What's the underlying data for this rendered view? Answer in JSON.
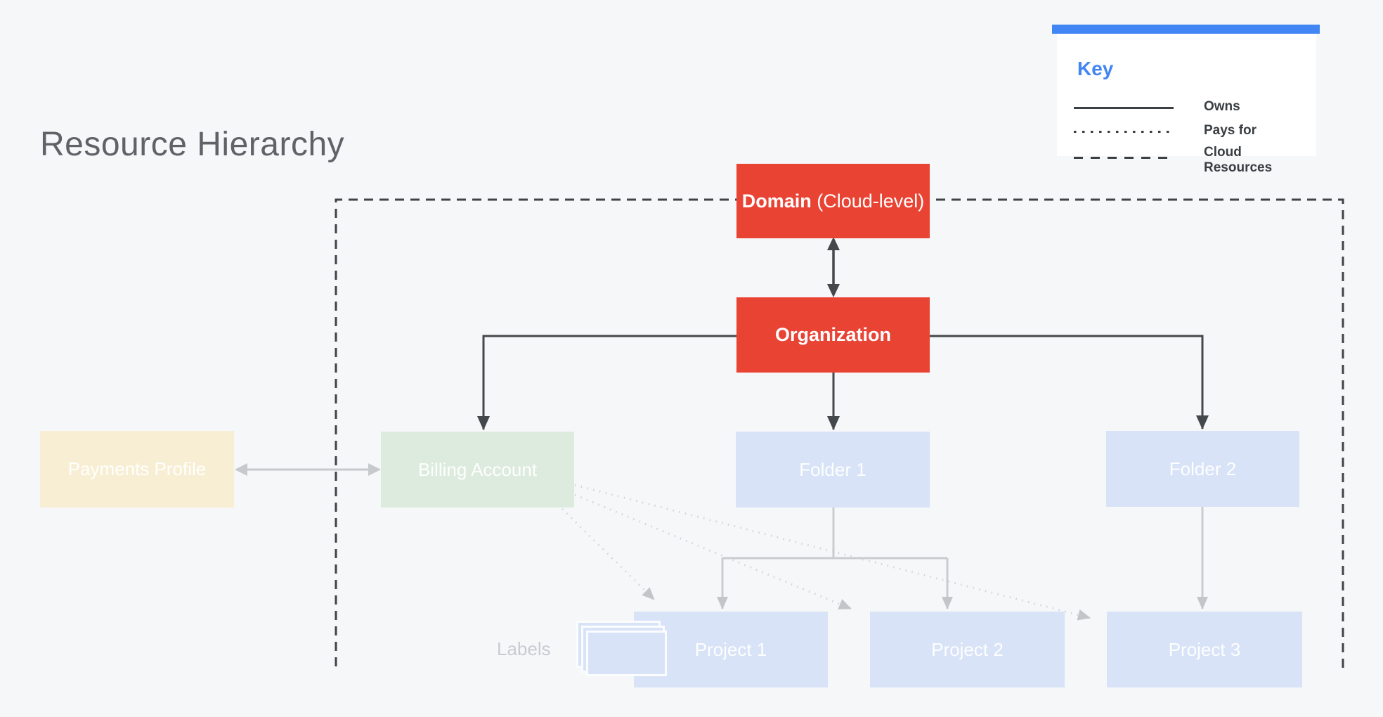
{
  "title": "Resource Hierarchy",
  "legend": {
    "title": "Key",
    "items": [
      {
        "style": "solid",
        "label": "Owns"
      },
      {
        "style": "dotted",
        "label": "Pays for"
      },
      {
        "style": "dashed",
        "label": "Cloud Resources"
      }
    ]
  },
  "nodes": {
    "domain": {
      "label_bold": "Domain",
      "label_rest": " (Cloud-level)"
    },
    "organization": {
      "label": "Organization"
    },
    "payments_profile": {
      "label": "Payments Profile"
    },
    "billing_account": {
      "label": "Billing Account"
    },
    "folder1": {
      "label": "Folder 1"
    },
    "folder2": {
      "label": "Folder 2"
    },
    "project1": {
      "label": "Project 1"
    },
    "project2": {
      "label": "Project 2"
    },
    "project3": {
      "label": "Project 3"
    }
  },
  "annotations": {
    "labels_caption": "Labels"
  },
  "relationships": {
    "owns": [
      "Organization→Billing Account",
      "Organization→Folder 1",
      "Organization→Folder 2",
      "Folder 1→Project 1",
      "Folder 1→Project 2",
      "Folder 2→Project 3"
    ],
    "pays_for": [
      "Billing Account→Project 1",
      "Billing Account→Project 2",
      "Billing Account→Project 3"
    ],
    "bidirectional": [
      "Domain↔Organization",
      "Payments Profile↔Billing Account"
    ]
  },
  "colors": {
    "background": "#F6F7F9",
    "red_node": "#E94334",
    "blue_node": "#D8E3F7",
    "green_node": "#DCEBDD",
    "cream_node": "#F7EED3",
    "accent_blue": "#4285F4",
    "dark_line": "#44474B",
    "gray_line": "#C9CCCF",
    "dotted_line": "#D2D5D8",
    "title_gray": "#5F6368",
    "labels_gray": "#C8CCD2"
  }
}
